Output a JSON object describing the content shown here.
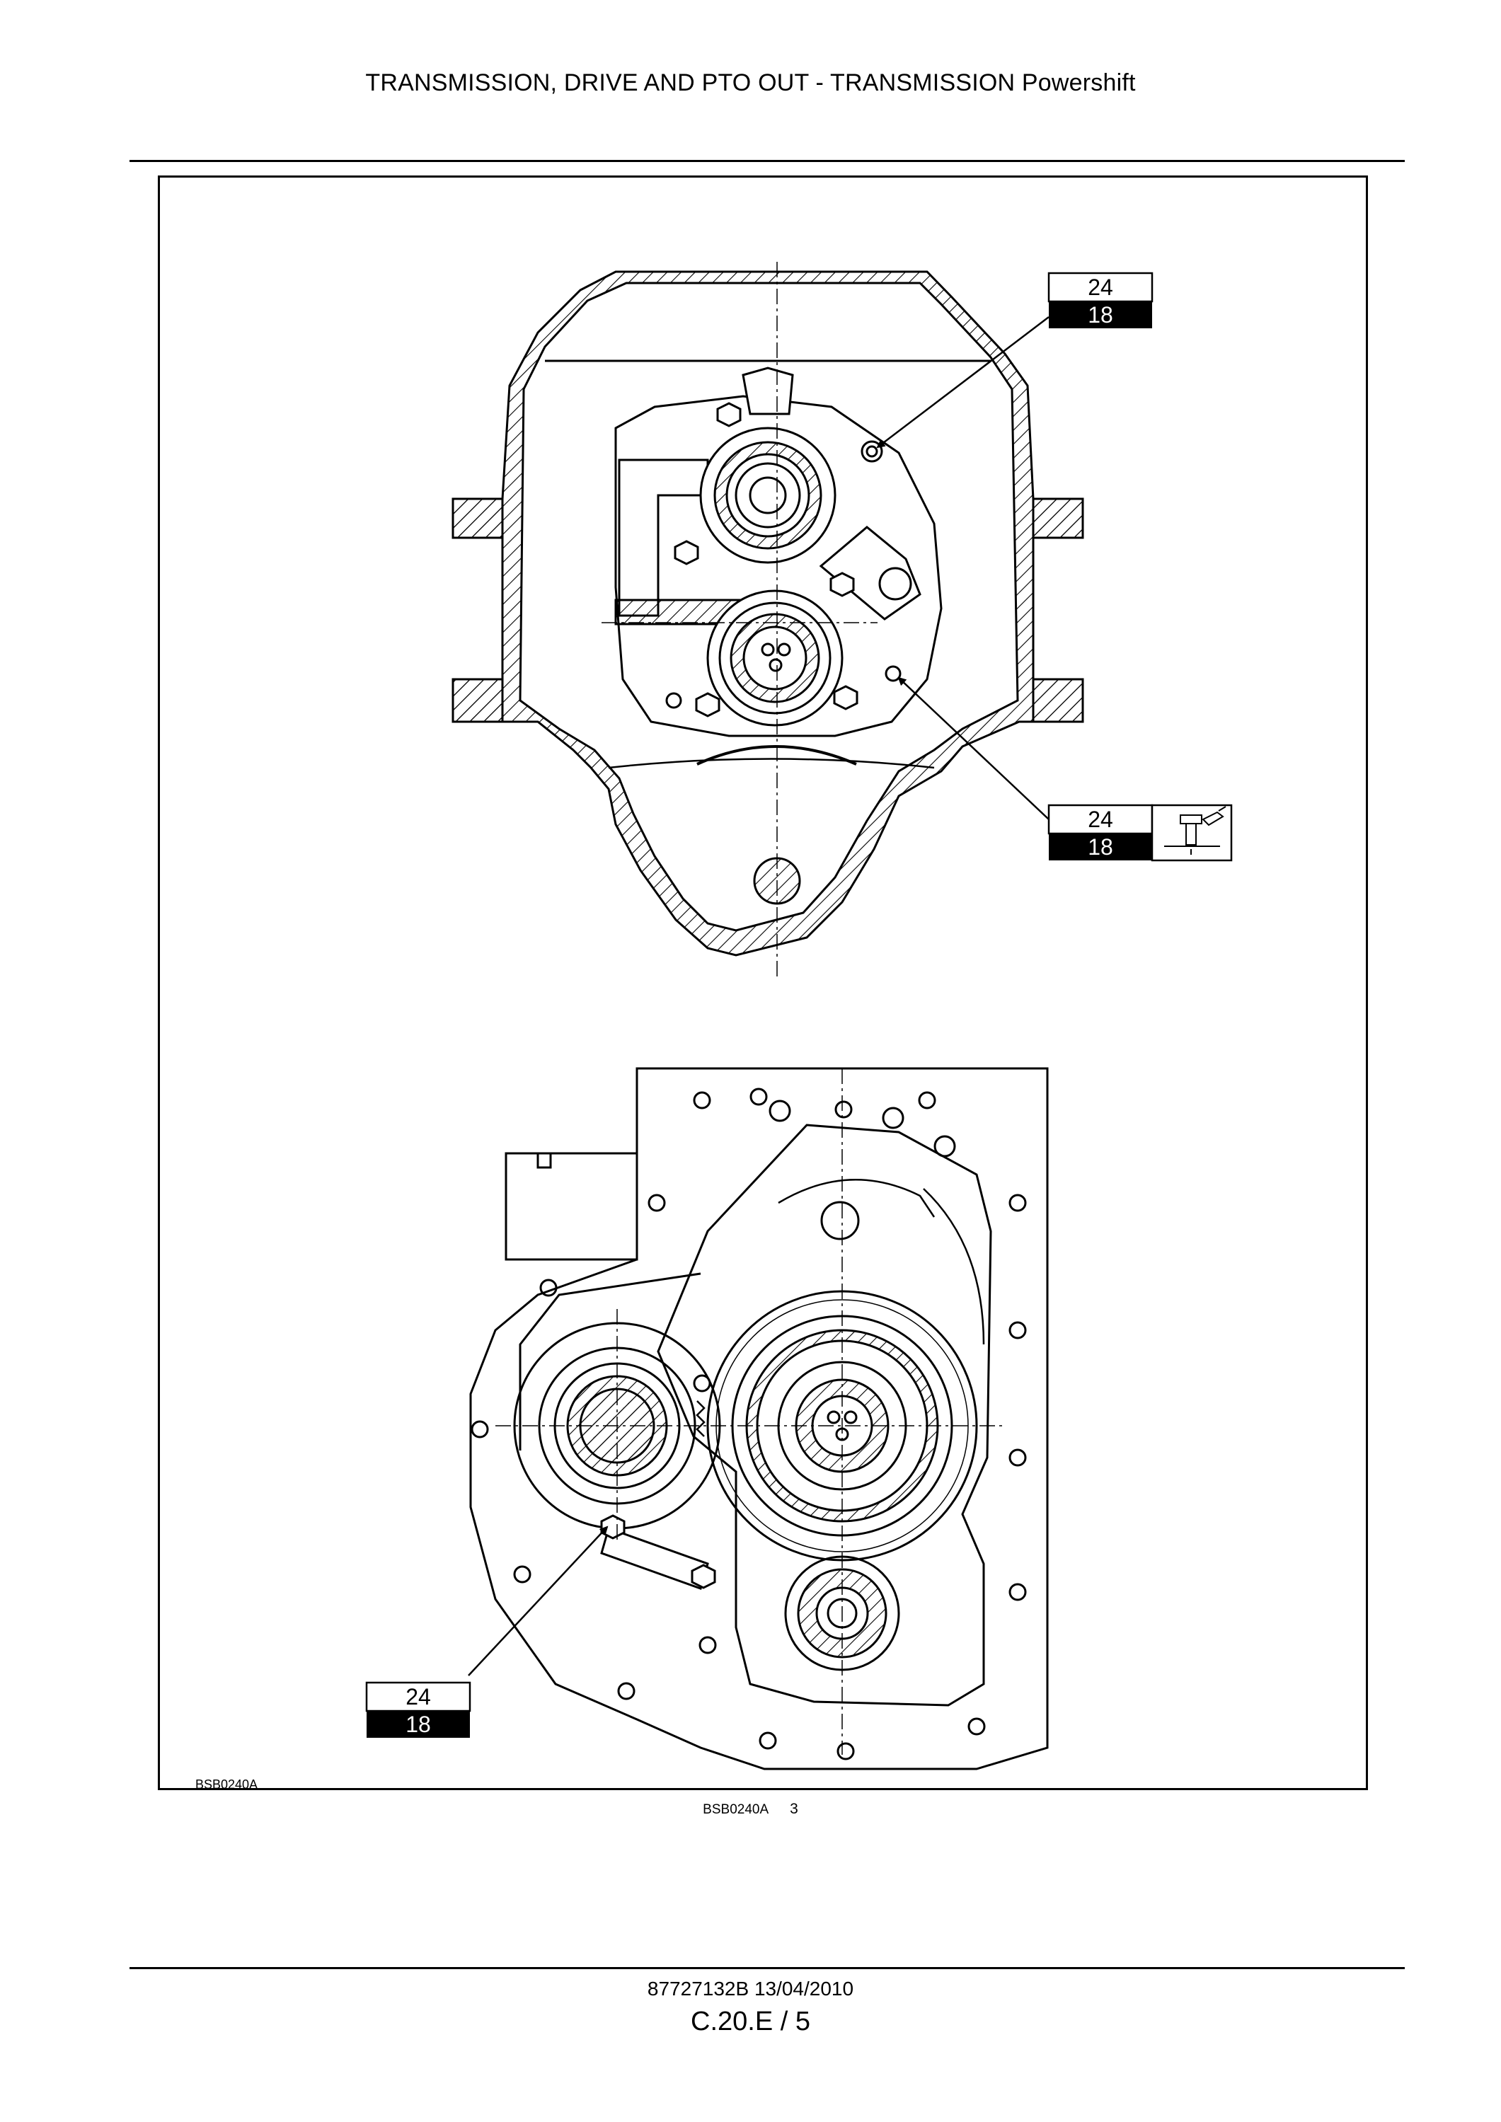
{
  "header": {
    "title": "TRANSMISSION, DRIVE AND PTO OUT - TRANSMISSION Powershift"
  },
  "figure": {
    "frame_code": "BSB0240A",
    "callouts": [
      {
        "top": "24",
        "bottom": "18"
      },
      {
        "top": "24",
        "bottom": "18",
        "icon": "sealant-bolt-icon"
      },
      {
        "top": "24",
        "bottom": "18"
      }
    ],
    "caption": {
      "code": "BSB0240A",
      "number": "3"
    }
  },
  "footer": {
    "doc_ref": "87727132B 13/04/2010",
    "page": "C.20.E / 5"
  }
}
